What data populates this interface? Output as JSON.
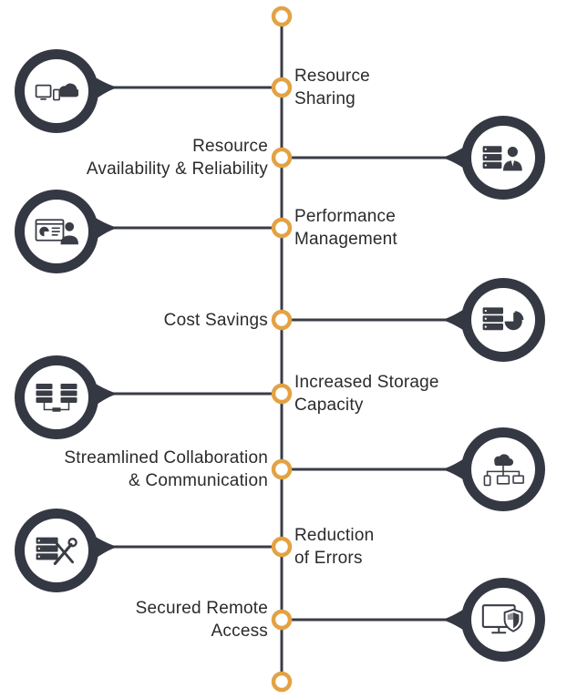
{
  "colors": {
    "line": "#3a3d46",
    "node_ring": "#e3a243",
    "circle_dark": "#343843",
    "circle_inner": "#ffffff",
    "icon": "#3a3d46",
    "text": "#2b2b2b"
  },
  "items": [
    {
      "lines": [
        "Resource",
        "Sharing"
      ],
      "icon": "devices-cloud-icon"
    },
    {
      "lines": [
        "Resource",
        "Availability & Reliability"
      ],
      "icon": "server-user-icon"
    },
    {
      "lines": [
        "Performance",
        "Management"
      ],
      "icon": "dashboard-user-icon"
    },
    {
      "lines": [
        "Cost Savings"
      ],
      "icon": "server-piechart-icon"
    },
    {
      "lines": [
        "Increased Storage",
        "Capacity"
      ],
      "icon": "linked-servers-icon"
    },
    {
      "lines": [
        "Streamlined Collaboration",
        "& Communication"
      ],
      "icon": "cloud-network-icon"
    },
    {
      "lines": [
        "Reduction",
        "of Errors"
      ],
      "icon": "server-tools-icon"
    },
    {
      "lines": [
        "Secured Remote",
        "Access"
      ],
      "icon": "monitor-shield-icon"
    }
  ]
}
